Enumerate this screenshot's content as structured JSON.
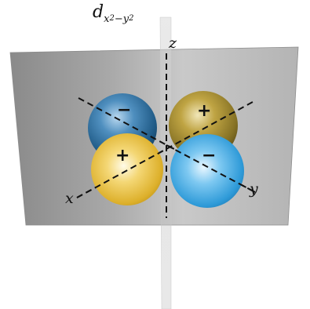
{
  "title": {
    "main": "d",
    "sub_x": "x",
    "sup_1": "2",
    "minus": "−",
    "sub_y": "y",
    "sup_2": "2"
  },
  "axes": {
    "z": "z",
    "x": "x",
    "y": "y"
  },
  "lobes": [
    {
      "id": "back-left",
      "sign": "−",
      "color": "#2f6e98"
    },
    {
      "id": "back-right",
      "sign": "+",
      "color": "#a88f2e"
    },
    {
      "id": "front-left",
      "sign": "+",
      "color": "#e2ba2e"
    },
    {
      "id": "front-right",
      "sign": "−",
      "color": "#38a7e0"
    }
  ]
}
